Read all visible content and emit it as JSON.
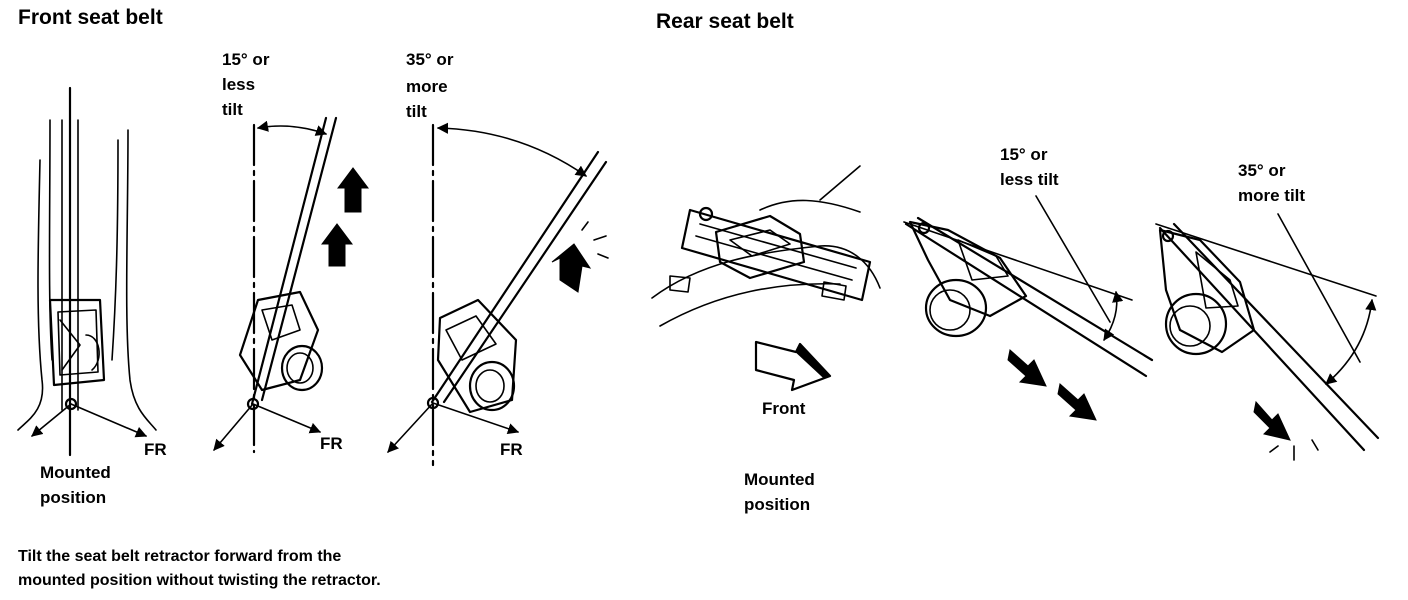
{
  "front": {
    "title": "Front seat belt",
    "tilt_small": [
      "15° or",
      "less",
      "tilt"
    ],
    "tilt_large": [
      "35° or",
      "more",
      "tilt"
    ],
    "fr": "FR",
    "mounted": [
      "Mounted",
      "position"
    ]
  },
  "rear": {
    "title": "Rear seat belt",
    "front_label": "Front",
    "mounted": [
      "Mounted",
      "position"
    ],
    "tilt_small": [
      "15° or",
      "less tilt"
    ],
    "tilt_large": [
      "35° or",
      "more tilt"
    ]
  },
  "note": [
    "Tilt the seat belt retractor forward from the",
    "mounted position without twisting the retractor."
  ]
}
